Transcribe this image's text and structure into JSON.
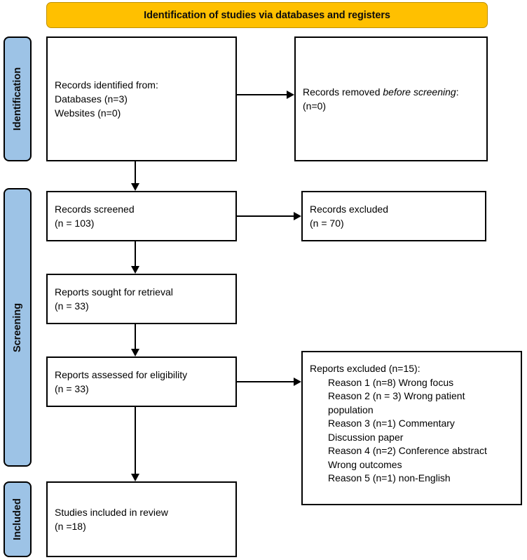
{
  "banner": {
    "title": "Identification of studies via databases and registers",
    "color": "#FFC000"
  },
  "stages": {
    "color": "#9DC3E6",
    "identification": "Identification",
    "screening": "Screening",
    "included": "Included"
  },
  "boxes": {
    "identified": {
      "line1": "Records identified from:",
      "line2": "Databases (n=3)",
      "line3": "Websites (n=0)"
    },
    "removed": {
      "prefix": "Records removed ",
      "emphasis": "before screening",
      "suffix": ": (n=0)"
    },
    "screened": {
      "line1": "Records screened",
      "line2": "(n = 103)"
    },
    "excluded": {
      "line1": "Records excluded",
      "line2": "(n = 70)"
    },
    "sought": {
      "line1": "Reports sought for retrieval",
      "line2": "(n = 33)"
    },
    "assessed": {
      "line1": "Reports assessed for eligibility",
      "line2": "(n = 33)"
    },
    "reasons": {
      "heading": "Reports excluded (n=15):",
      "items": [
        "Reason 1 (n=8) Wrong focus",
        "Reason 2 (n = 3) Wrong patient",
        "population",
        "Reason 3 (n=1) Commentary",
        "Discussion paper",
        "Reason 4 (n=2) Conference abstract",
        "Wrong outcomes",
        "Reason 5 (n=1) non-English"
      ]
    },
    "included": {
      "line1": "Studies included in review",
      "line2": "(n =18)"
    }
  }
}
